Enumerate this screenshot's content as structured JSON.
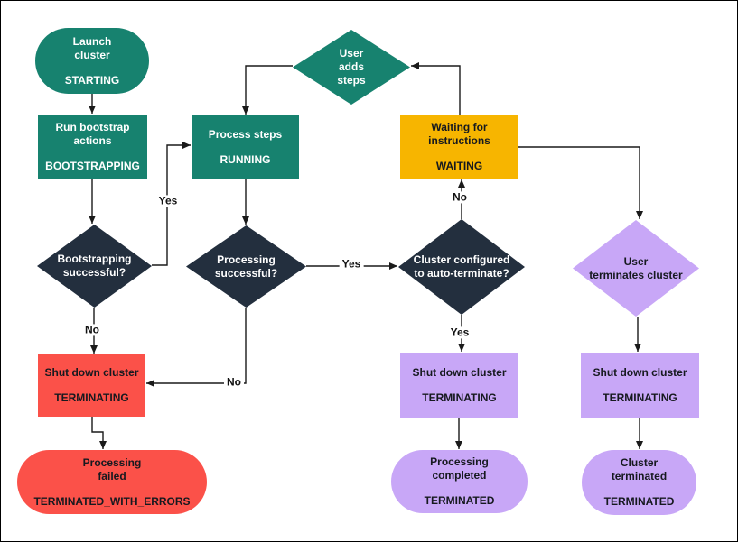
{
  "colors": {
    "teal": "#17826F",
    "navy": "#232F3E",
    "amber": "#F7B500",
    "red": "#FB5149",
    "purple": "#C8A7F7"
  },
  "nodes": {
    "start": {
      "title": "Launch\ncluster",
      "state": "STARTING"
    },
    "bootstrap": {
      "title": "Run bootstrap\nactions",
      "state": "BOOTSTRAPPING"
    },
    "boot_q": {
      "title": "Bootstrapping\nsuccessful?"
    },
    "process": {
      "title": "Process steps",
      "state": "RUNNING"
    },
    "adds": {
      "title": "User\nadds\nsteps"
    },
    "proc_q": {
      "title": "Processing\nsuccessful?"
    },
    "waiting": {
      "title": "Waiting for\ninstructions",
      "state": "WAITING"
    },
    "auto_q": {
      "title": "Cluster configured\nto auto-terminate?"
    },
    "term_q": {
      "title": "User\nterminates cluster"
    },
    "shut_red": {
      "title": "Shut down cluster",
      "state": "TERMINATING"
    },
    "failed": {
      "title": "Processing\nfailed",
      "state": "TERMINATED_WITH_ERRORS"
    },
    "shut_mid": {
      "title": "Shut down cluster",
      "state": "TERMINATING"
    },
    "completed": {
      "title": "Processing\ncompleted",
      "state": "TERMINATED"
    },
    "shut_right": {
      "title": "Shut down cluster",
      "state": "TERMINATING"
    },
    "terminated": {
      "title": "Cluster\nterminated",
      "state": "TERMINATED"
    }
  },
  "edge_labels": {
    "boot_yes": "Yes",
    "boot_no": "No",
    "proc_yes": "Yes",
    "proc_no": "No",
    "auto_no": "No",
    "auto_yes": "Yes"
  }
}
